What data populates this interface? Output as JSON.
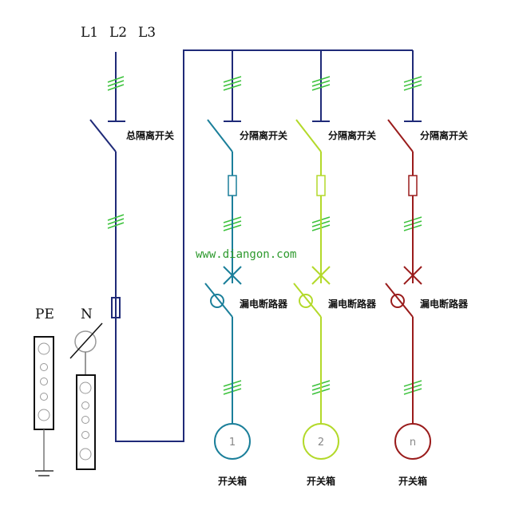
{
  "phases": [
    "L1",
    "L2",
    "L3"
  ],
  "main_switch_label": "总隔离开关",
  "pe_label": "PE",
  "n_label": "N",
  "watermark": "www.diangon.com",
  "branches": [
    {
      "switch_label": "分隔离开关",
      "breaker_label": "漏电断路器",
      "box_number": "1",
      "box_label": "开关箱",
      "color": "#1b7f9a"
    },
    {
      "switch_label": "分隔离开关",
      "breaker_label": "漏电断路器",
      "box_number": "2",
      "box_label": "开关箱",
      "color": "#b3d92a"
    },
    {
      "switch_label": "分隔离开关",
      "breaker_label": "漏电断路器",
      "box_number": "n",
      "box_label": "开关箱",
      "color": "#9a1c1c"
    }
  ],
  "colors": {
    "main": "#1f2a78",
    "hash": "#3cc23c",
    "watermark": "#2e9a2e"
  }
}
